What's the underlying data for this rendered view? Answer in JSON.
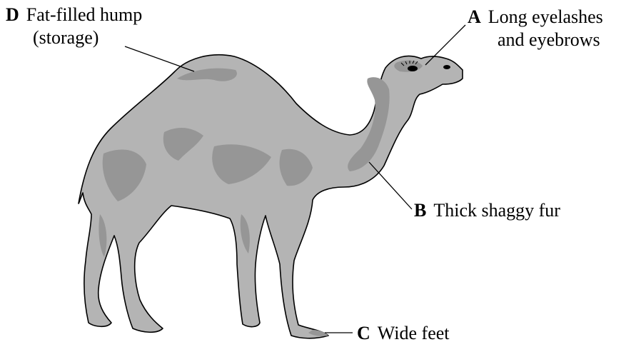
{
  "labels": {
    "a": {
      "letter": "A",
      "line1": "Long eyelashes",
      "line2": "and eyebrows"
    },
    "b": {
      "letter": "B",
      "text": "Thick shaggy fur"
    },
    "c": {
      "letter": "C",
      "text": "Wide feet"
    },
    "d": {
      "letter": "D",
      "line1": "Fat-filled hump",
      "line2": "(storage)"
    }
  },
  "colors": {
    "body_fill": "#b4b4b4",
    "shade_fill": "#969696",
    "outline": "#000000",
    "background": "#ffffff"
  }
}
